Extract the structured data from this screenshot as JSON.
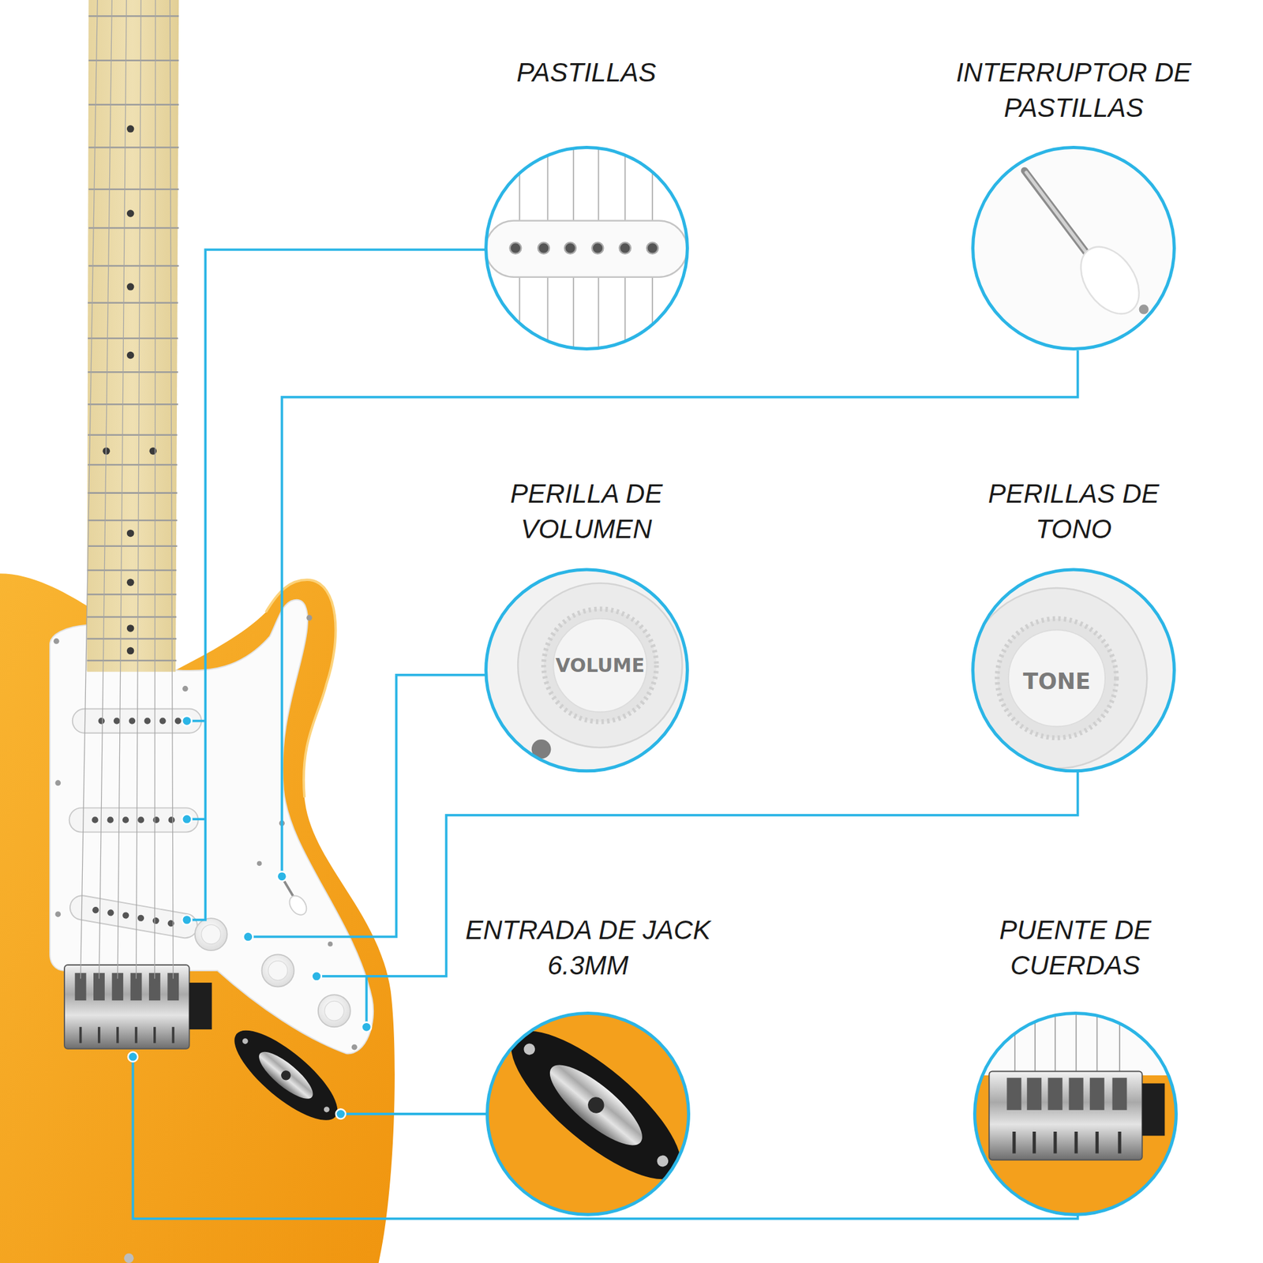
{
  "diagram": {
    "nodes": [
      {
        "text": [
          "PASTILLAS"
        ]
      },
      {
        "text": [
          "INTERRUPTOR DE PASTILLAS"
        ]
      },
      {
        "text": [
          "PERILLA DE VOLUMEN",
          "VOLUME"
        ]
      },
      {
        "text": [
          "PERILLAS DE TONO",
          "TONE"
        ]
      },
      {
        "text": [
          "ENTRADA DE JACK 6.3MM"
        ]
      },
      {
        "text": [
          "PUENTE DE CUERDAS"
        ]
      }
    ]
  }
}
